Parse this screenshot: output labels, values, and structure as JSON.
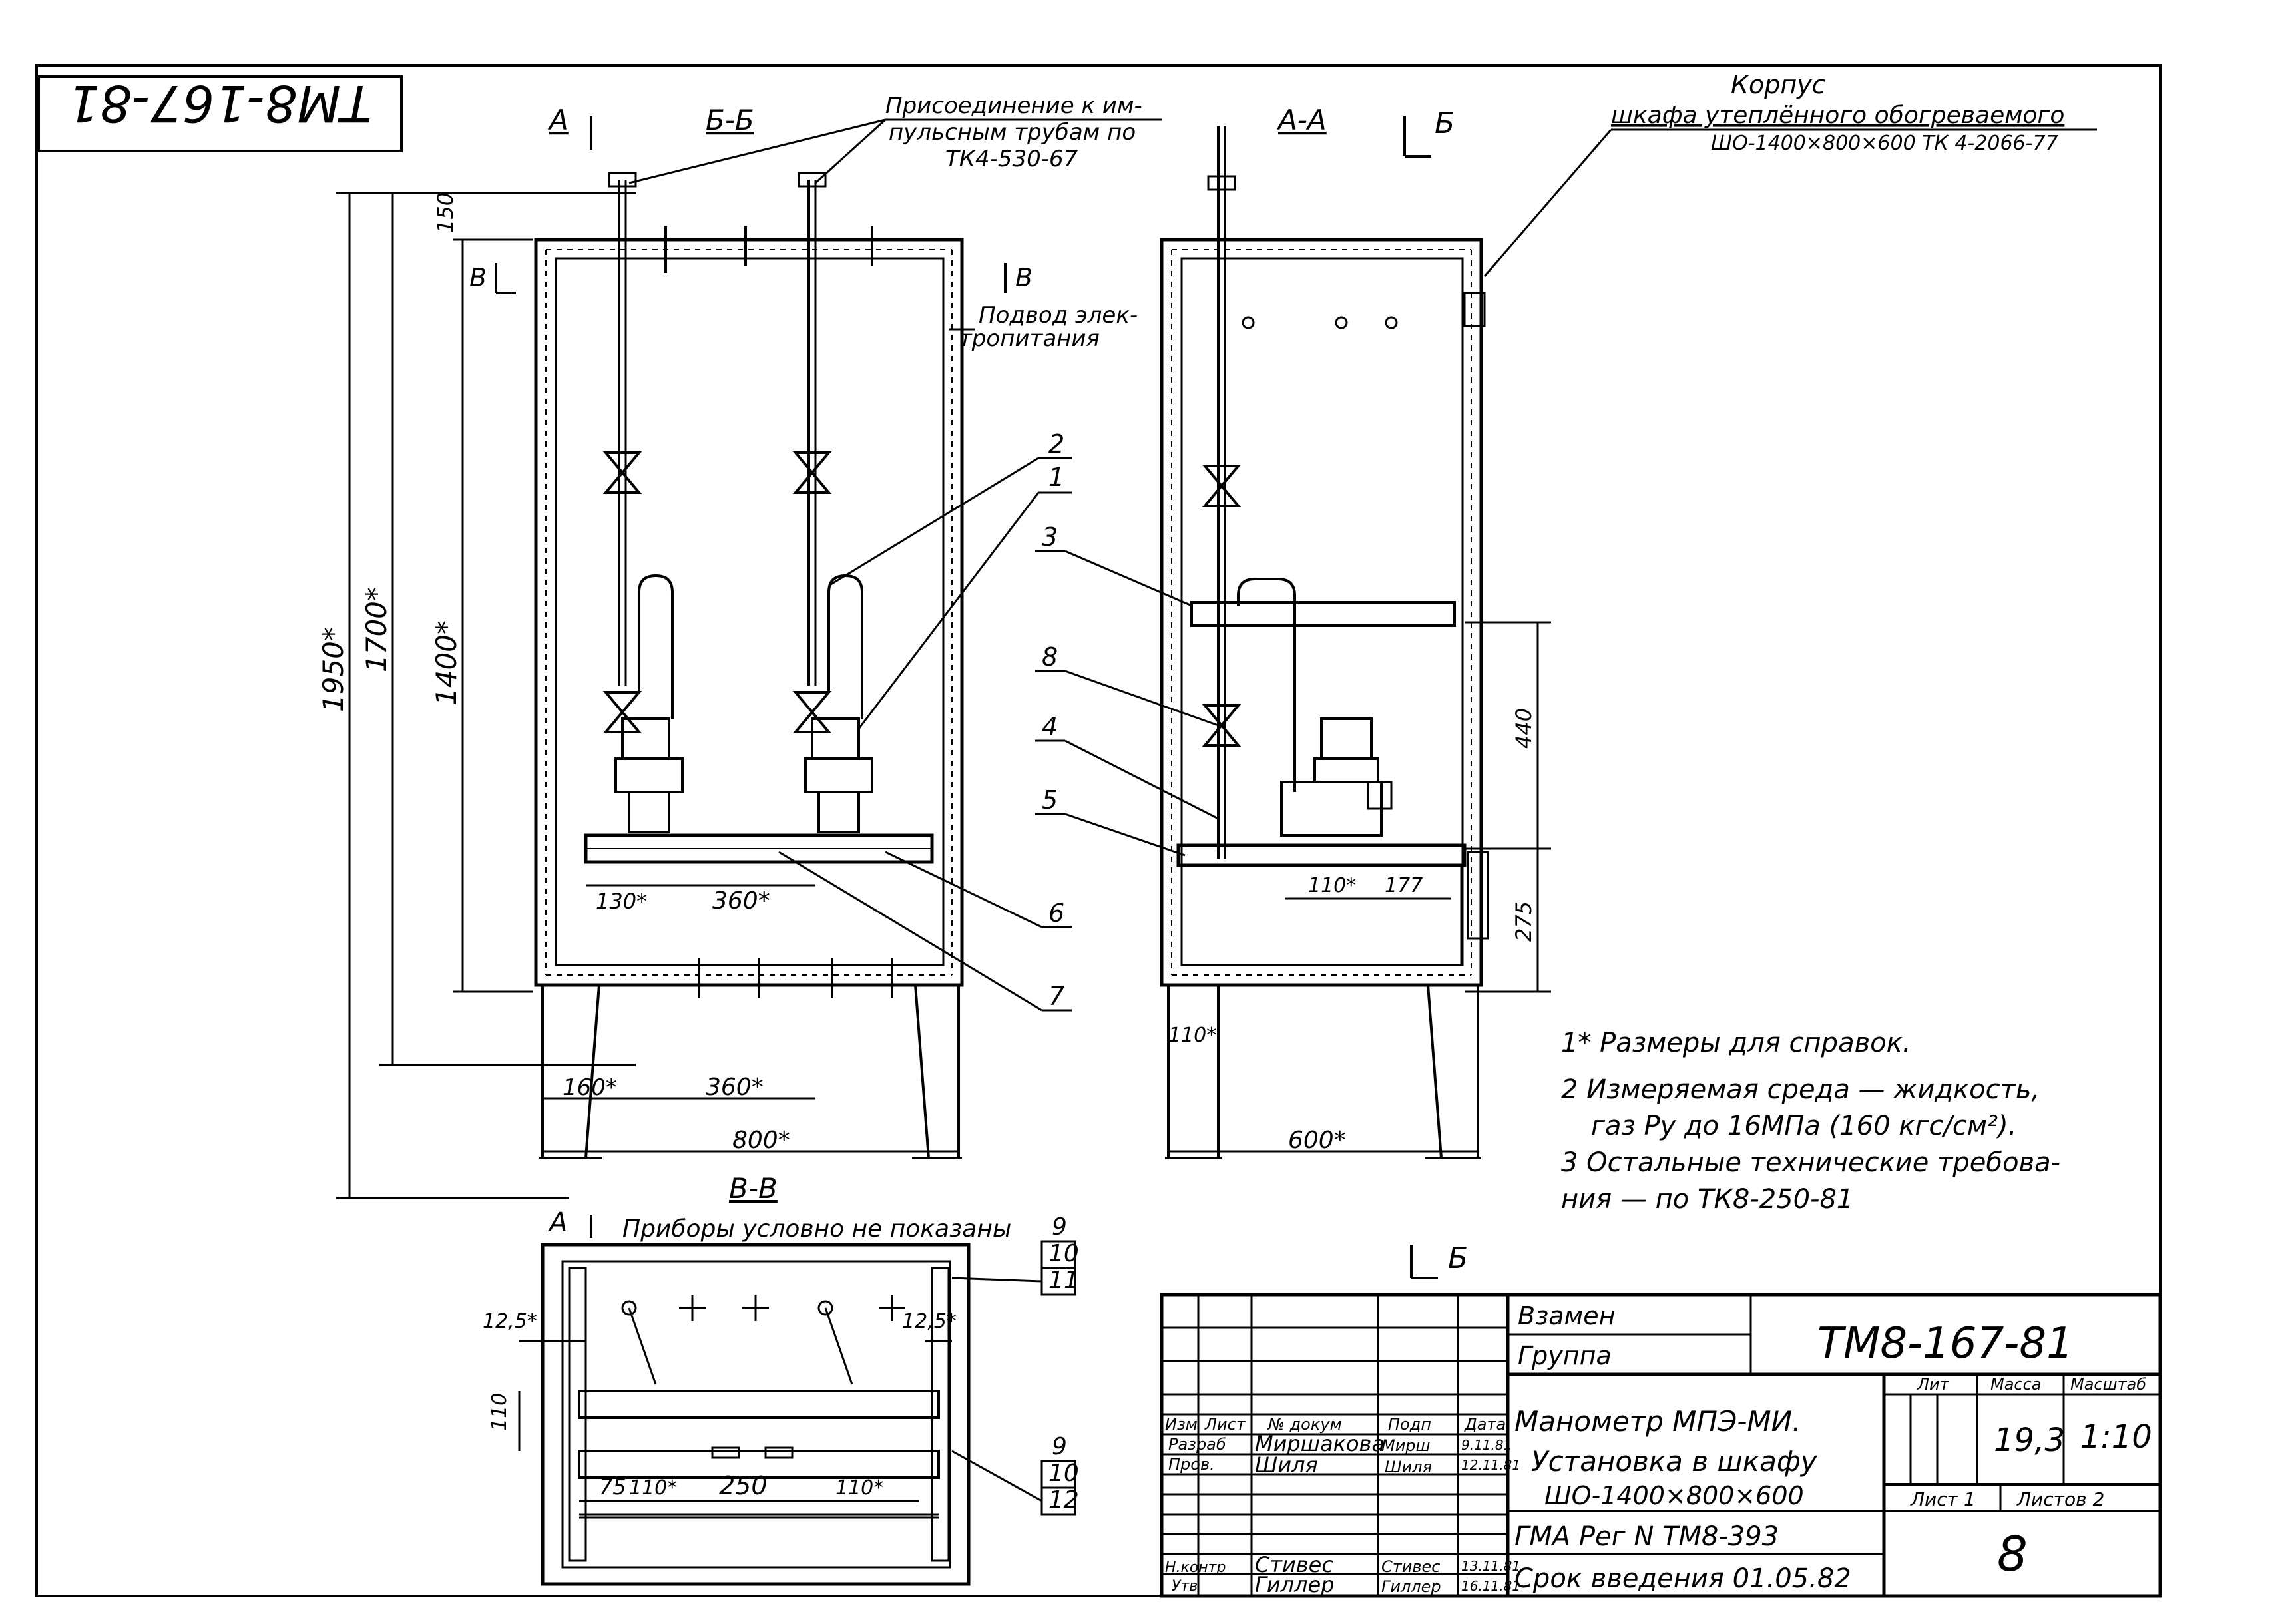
{
  "stamp_mirrored": "ТМ8-167-81",
  "views": {
    "aa": "А-А",
    "bb": "Б-Б",
    "vv": "В-В",
    "mark_a": "А",
    "mark_b": "Б",
    "mark_v": "В"
  },
  "callouts": {
    "connection": [
      "Присоединение к им-",
      "пульсным трубам по",
      "ТК4-530-67"
    ],
    "power": [
      "Подвод элек-",
      "тропитания"
    ],
    "housing": [
      "Корпус",
      "шкафа утеплённого обогреваемого",
      "ШО-1400×800×600 ТК 4-2066-77"
    ],
    "instruments_note": "Приборы условно не показаны"
  },
  "dimensions": {
    "d1950": "1950*",
    "d1700": "1700*",
    "d1400": "1400*",
    "d150": "150",
    "d130": "130*",
    "d360a": "360*",
    "d160": "160*",
    "d360b": "360*",
    "d800": "800*",
    "d600": "600*",
    "d440": "440",
    "d275": "275",
    "d110a": "110*",
    "d177": "177",
    "d110b": "110*",
    "d12_5a": "12,5*",
    "d12_5b": "12,5*",
    "d110c": "110",
    "d75": "75",
    "d110d": "110*",
    "d250": "250",
    "d110e": "110*"
  },
  "positions": [
    "1",
    "2",
    "3",
    "4",
    "5",
    "6",
    "7",
    "8",
    "9",
    "10",
    "11",
    "9",
    "10",
    "12"
  ],
  "notes": [
    "1* Размеры для справок.",
    "2 Измеряемая среда — жидкость,",
    "газ      Ру до 16МПа (160 кгс/см²).",
    "3 Остальные технические требова-",
    "ния — по ТК8-250-81"
  ],
  "title_block": {
    "replaces": "Взамен",
    "group": "Группа",
    "code": "ТМ8-167-81",
    "header_row": [
      "Изм",
      "Лист",
      "№ докум",
      "Подп",
      "Дата"
    ],
    "staff": [
      {
        "role": "Разраб",
        "name": "Миршакова",
        "sign": "Мирш",
        "date": "9.11.81"
      },
      {
        "role": "Пров.",
        "name": "Шиля",
        "sign": "Шиля",
        "date": "12.11.81"
      },
      {
        "role": "Н.контр",
        "name": "Стивес",
        "sign": "Стивес",
        "date": "13.11.81"
      },
      {
        "role": "Утв",
        "name": "Гиллер",
        "sign": "Гиллер",
        "date": "16.11.81"
      }
    ],
    "title_lines": [
      "Манометр МПЭ-МИ.",
      "Установка в шкафу",
      "ШО-1400×800×600"
    ],
    "reg": "ГМА Рег N ТМ8-393",
    "intro_date": "Срок введения 01.05.82",
    "lit_label": "Лит",
    "mass_label": "Масса",
    "scale_label": "Масштаб",
    "mass": "19,3",
    "scale": "1:10",
    "sheet": "Лист 1",
    "sheets": "Листов 2",
    "page_no": "8"
  }
}
